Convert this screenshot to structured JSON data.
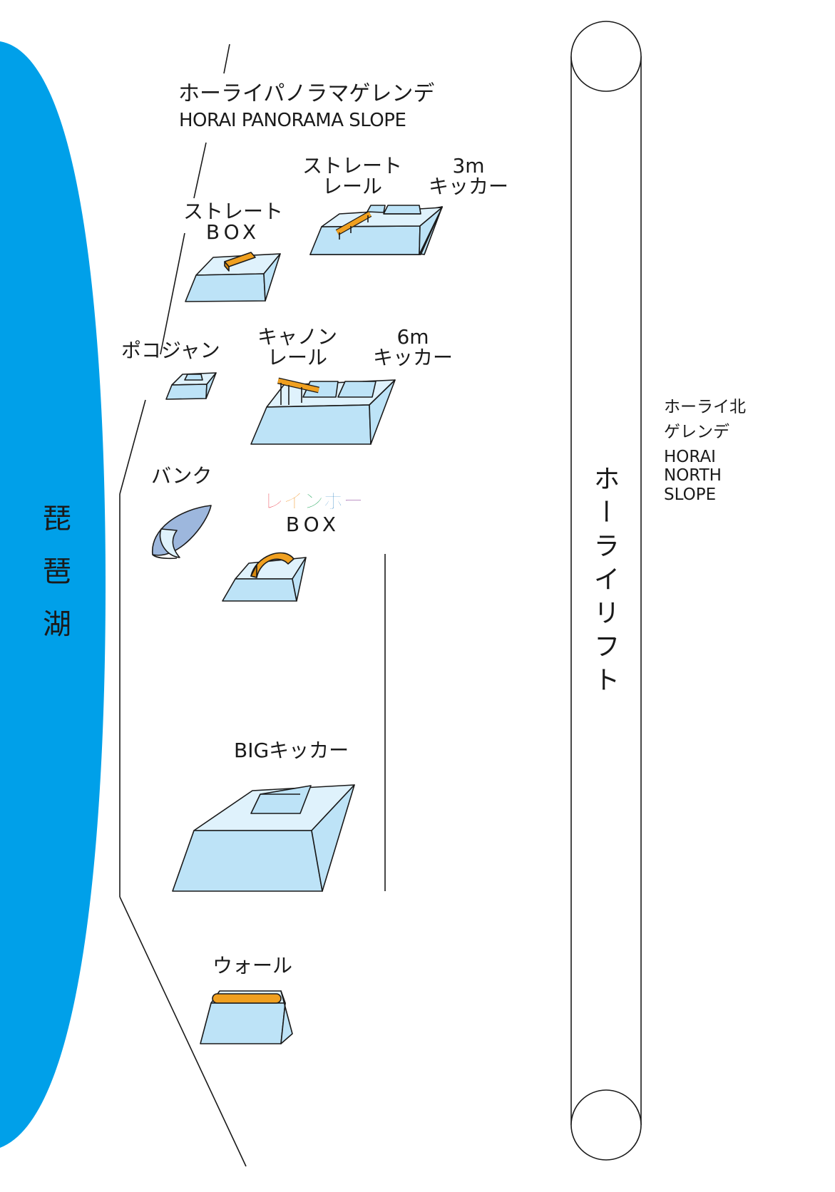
{
  "lake": {
    "name": "琵琶湖",
    "color": "#00a0e9"
  },
  "slope_panorama": {
    "name_jp": "ホーライパノラマゲレンデ",
    "name_en": "HORAI PANORAMA SLOPE"
  },
  "slope_north": {
    "name_jp_1": "ホーライ北",
    "name_jp_2": "ゲレンデ",
    "name_en_1": "HORAI",
    "name_en_2": "NORTH",
    "name_en_3": "SLOPE"
  },
  "lift": {
    "name": "ホーライリフト"
  },
  "features": {
    "straight_rail": {
      "line1": "ストレート",
      "line2": "レール"
    },
    "kicker_3m": {
      "line1": "3m",
      "line2": "キッカー"
    },
    "straight_box": {
      "line1": "ストレート",
      "line2": "BOX"
    },
    "pocojan": {
      "label": "ポコジャン"
    },
    "cannon_rail": {
      "line1": "キャノン",
      "line2": "レール"
    },
    "kicker_6m": {
      "line1": "6m",
      "line2": "キッカー"
    },
    "bank": {
      "label": "バンク"
    },
    "rainbow_box": {
      "chars": [
        {
          "ch": "レ",
          "color": "#e60012"
        },
        {
          "ch": "イ",
          "color": "#f08300"
        },
        {
          "ch": "ン",
          "color": "#009944"
        },
        {
          "ch": "ボ",
          "color": "#0068b7"
        },
        {
          "ch": "ー",
          "color": "#7d2a8c"
        }
      ],
      "line2": "BOX"
    },
    "big_kicker": {
      "label": "BIGキッカー"
    },
    "wall": {
      "label": "ウォール"
    }
  },
  "colors": {
    "feature_fill": "#bde3f7",
    "feature_top": "#dff2fc",
    "rail_orange": "#f0a020",
    "bank_fill": "#9db7dd",
    "outline": "#1a1a1a"
  }
}
